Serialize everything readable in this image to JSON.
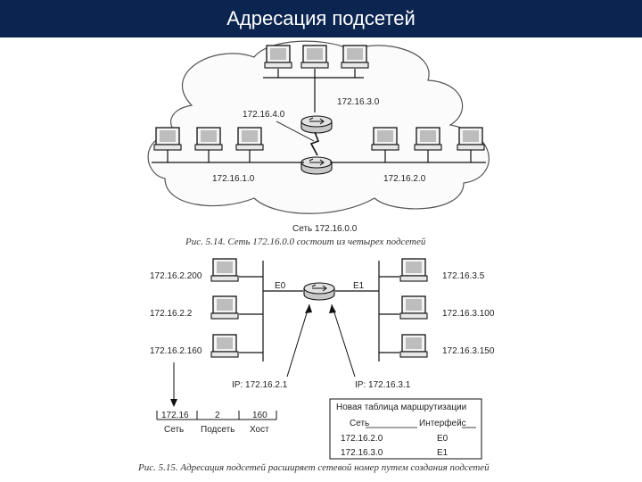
{
  "slide": {
    "title": "Адресация подсетей"
  },
  "fig1": {
    "subnets": {
      "net3": "172.16.3.0",
      "net4": "172.16.4.0",
      "net1": "172.16.1.0",
      "net2": "172.16.2.0"
    },
    "network_label": "Сеть 172.16.0.0",
    "caption": "Рис. 5.14. Сеть 172.16.0.0 состоит из четырех подсетей"
  },
  "fig2": {
    "left_hosts": [
      "172.16.2.200",
      "172.16.2.2",
      "172.16.2.160"
    ],
    "right_hosts": [
      "172.16.3.5",
      "172.16.3.100",
      "172.16.3.150"
    ],
    "iface_left": "E0",
    "iface_right": "E1",
    "ip_left": "IP: 172.16.2.1",
    "ip_right": "IP: 172.16.3.1",
    "address": {
      "net": "172.16",
      "subnet": "2",
      "host": "160",
      "net_label": "Сеть",
      "subnet_label": "Подсеть",
      "host_label": "Хост"
    },
    "routing_table": {
      "title": "Новая таблица маршрутизации",
      "col_net": "Сеть",
      "col_iface": "Интерфейс",
      "rows": [
        {
          "net": "172.16.2.0",
          "iface": "E0"
        },
        {
          "net": "172.16.3.0",
          "iface": "E1"
        }
      ]
    },
    "caption": "Рис. 5.15. Адресация подсетей расширяет сетевой номер путем создания подсетей"
  }
}
